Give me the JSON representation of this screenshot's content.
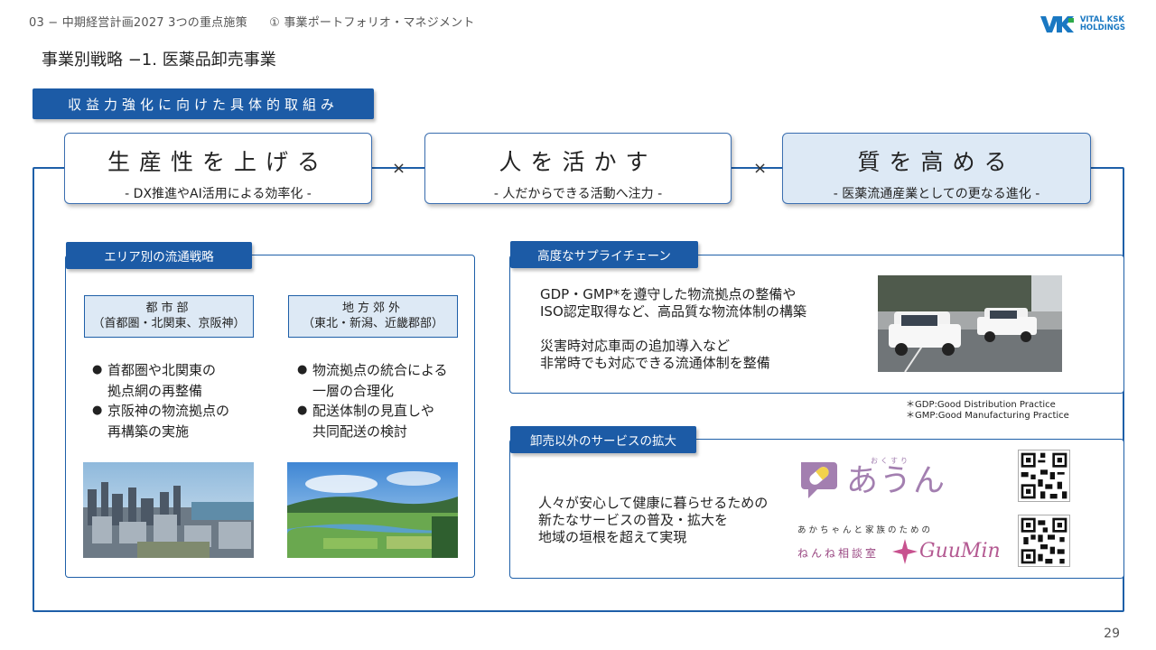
{
  "header": {
    "breadcrumb_section": "03 − 中期経営計画2027  3つの重点施策",
    "breadcrumb_topic": "① 事業ポートフォリオ・マネジメント",
    "logo_line1": "VITAL KSK",
    "logo_line2": "HOLDINGS",
    "page_title": "事業別戦略  −1. 医薬品卸売事業"
  },
  "section_label": "収益力強化に向けた具体的取組み",
  "pillars": [
    {
      "title": "生産性を上げる",
      "subtitle": "- DX推進やAI活用による効率化 -"
    },
    {
      "title": "人を活かす",
      "subtitle": "- 人だからできる活動へ注力 -"
    },
    {
      "title": "質を高める",
      "subtitle": "- 医薬流通産業としての更なる進化 -"
    }
  ],
  "times_symbol": "×",
  "area_strategy": {
    "tag": "エリア別の流通戦略",
    "urban": {
      "name": "都市部",
      "regions": "（首都圏・北関東、京阪神）",
      "bullets": [
        "首都圏や北関東の",
        "拠点網の再整備",
        "京阪神の物流拠点の",
        "再構築の実施"
      ]
    },
    "suburban": {
      "name": "地方郊外",
      "regions": "（東北・新潟、近畿郡部）",
      "bullets": [
        "物流拠点の統合による",
        "一層の合理化",
        "配送体制の見直しや",
        "共同配送の検討"
      ]
    }
  },
  "supply_chain": {
    "tag": "高度なサプライチェーン",
    "para1_line1": "GDP・GMP*を遵守した物流拠点の整備や",
    "para1_line2": "ISO認定取得など、高品質な物流体制の構築",
    "para2_line1": "災害時対応車両の追加導入など",
    "para2_line2": "非常時でも対応できる流通体制を整備",
    "footnote1": "＊GDP:Good Distribution Practice",
    "footnote2": "＊GMP:Good Manufacturing Practice"
  },
  "services": {
    "tag": "卸売以外のサービスの拡大",
    "line1": "人々が安心して健康に暮らせるための",
    "line2": "新たなサービスの普及・拡大を",
    "line3": "地域の垣根を超えて実現",
    "aun_small": "おくすり",
    "aun_name": "あうん",
    "nenne_top": "あかちゃんと家族のための",
    "nenne_name": "ねんね相談室",
    "guumin_name": "GuuMin"
  },
  "page_number": "29",
  "colors": {
    "primary_blue": "#1c5ba6",
    "light_blue": "#dde9f5",
    "aun_purple": "#a37fb0",
    "guumin_pink": "#b45a92"
  }
}
